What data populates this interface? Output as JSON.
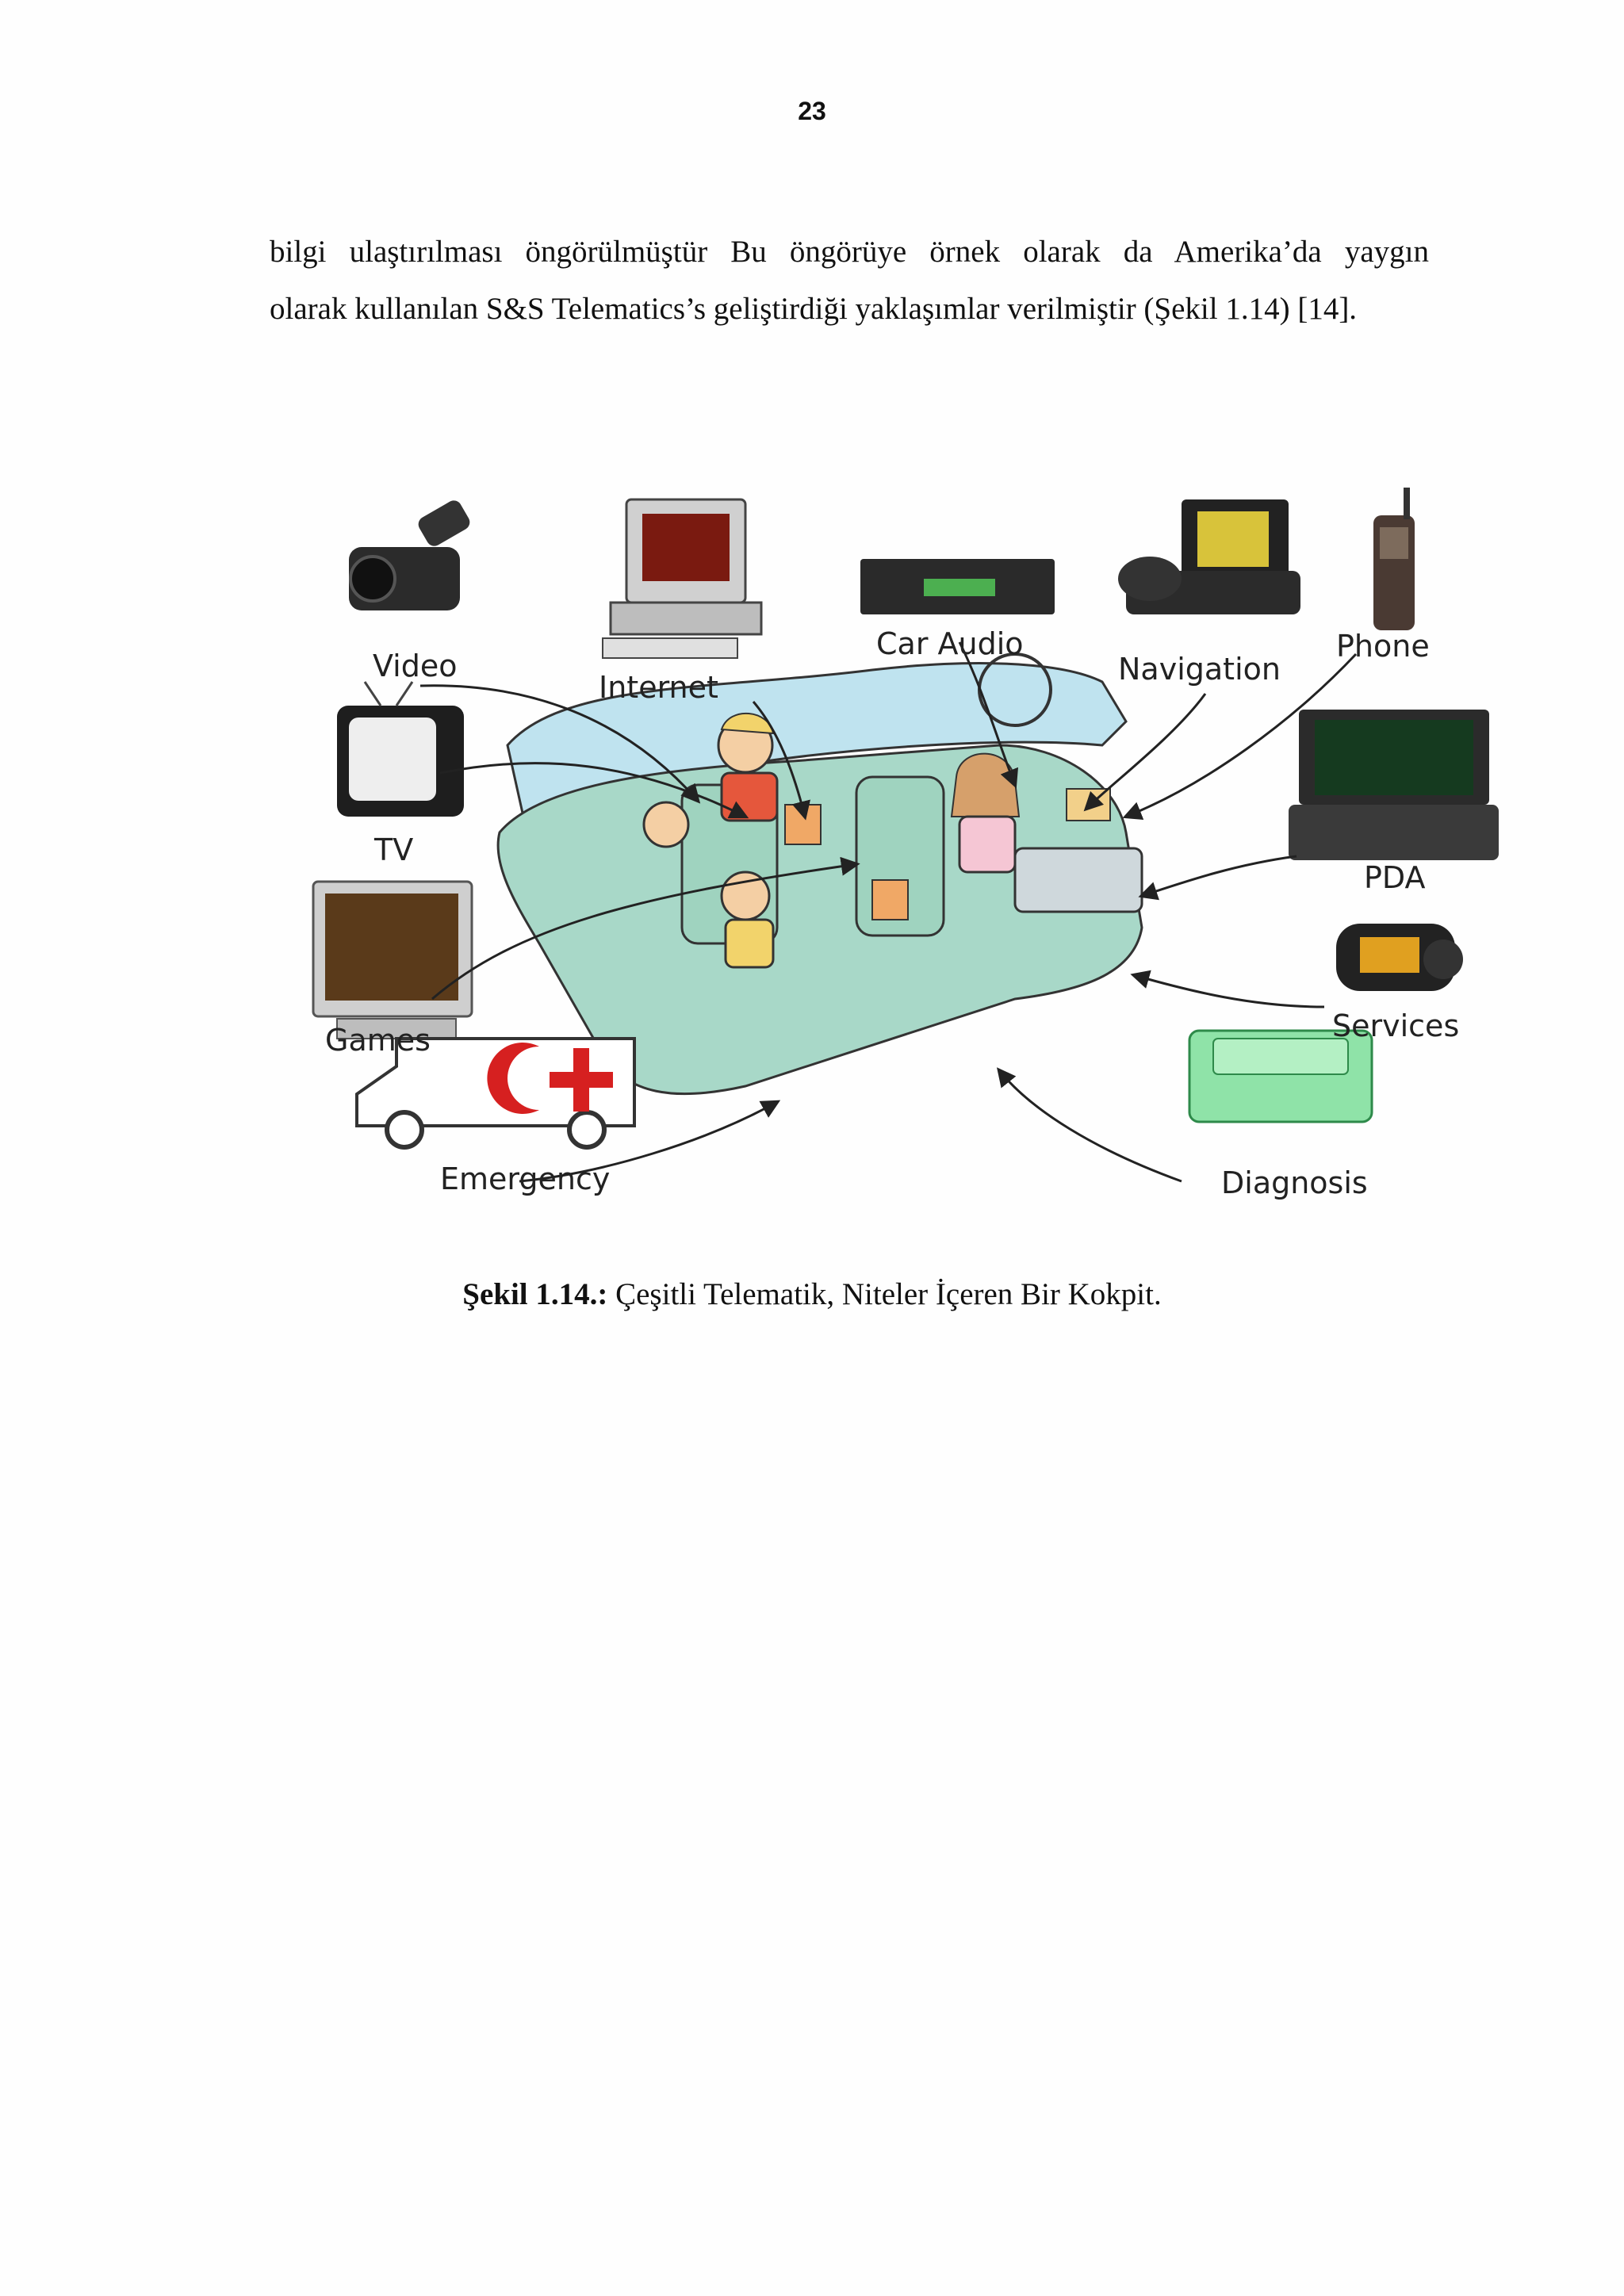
{
  "page": {
    "number": "23"
  },
  "paragraph": {
    "line1": "bilgi ulaştırılması öngörülmüştür Bu öngörüye örnek olarak da Amerika’da yaygın",
    "line2": "olarak kullanılan S&S Telematics’s geliştirdiği yaklaşımlar verilmiştir (Şekil 1.14) [14]."
  },
  "figure": {
    "labels": {
      "video": "Video",
      "internet": "Internet",
      "car_audio": "Car Audio",
      "navigation": "Navigation",
      "phone": "Phone",
      "tv": "TV",
      "pda": "PDA",
      "games": "Games",
      "services": "Services",
      "emergency": "Emergency",
      "diagnosis": "Diagnosis"
    }
  },
  "caption": {
    "label": "Şekil 1.14.:",
    "text": " Çeşitli Telematik, Niteler İçeren Bir Kokpit."
  }
}
